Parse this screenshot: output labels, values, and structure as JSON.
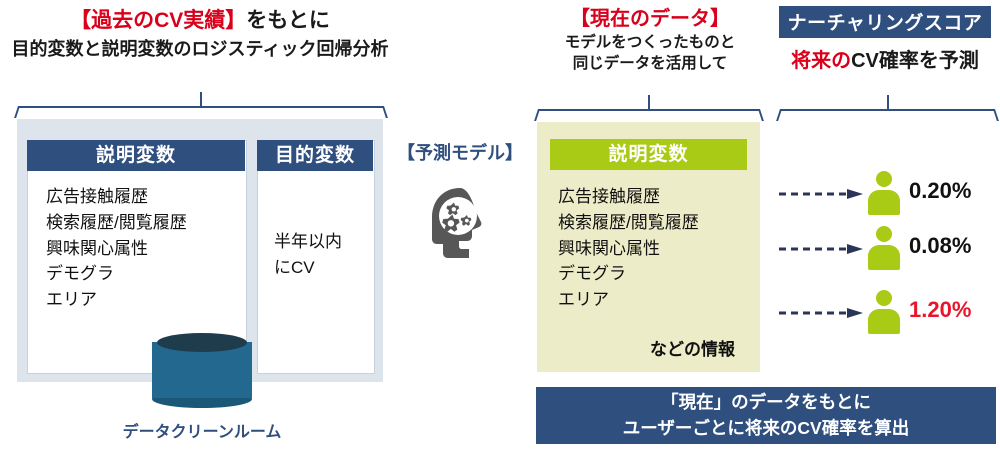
{
  "headers": {
    "left": {
      "line1_red": "【過去のCV実績】",
      "line1_black": "をもとに",
      "line2": "目的変数と説明変数のロジスティック回帰分析"
    },
    "middle": {
      "line1_red": "【現在のデータ】",
      "line2a": "モデルをつくったものと",
      "line2b": "同じデータを活用して"
    },
    "right": {
      "badge": "ナーチャリングスコア",
      "line2_red": "将来の",
      "line2_black": "CV確率を予測"
    }
  },
  "left_panel": {
    "explanatory": {
      "title": "説明変数",
      "items": [
        "広告接触履歴",
        "検索履歴/閲覧履歴",
        "興味関心属性",
        "デモグラ",
        "エリア"
      ]
    },
    "target": {
      "title": "目的変数",
      "items": [
        "半年以内",
        "にCV"
      ]
    },
    "database_label": "データクリーンルーム"
  },
  "model": {
    "label": "【予測モデル】",
    "icon": "head-with-gears-icon"
  },
  "yellow_panel": {
    "title": "説明変数",
    "items": [
      "広告接触履歴",
      "検索履歴/閲覧履歴",
      "興味関心属性",
      "デモグラ",
      "エリア"
    ],
    "etc": "などの情報"
  },
  "banner": {
    "line1": "「現在」のデータをもとに",
    "line2": "ユーザーごとに将来のCV確率を算出"
  },
  "results": [
    {
      "value": "0.20%",
      "highlight": false
    },
    {
      "value": "0.08%",
      "highlight": false
    },
    {
      "value": "1.20%",
      "highlight": true
    }
  ],
  "colors": {
    "navy": "#2f4f7f",
    "red": "#d9001b",
    "value_red": "#e8152b",
    "green": "#a9cb15",
    "panel_blue": "#dee4ec",
    "panel_yellow": "#edecc8",
    "db_blue": "#22688f",
    "db_dark": "#1f3c4d",
    "model_gray": "#575757"
  }
}
